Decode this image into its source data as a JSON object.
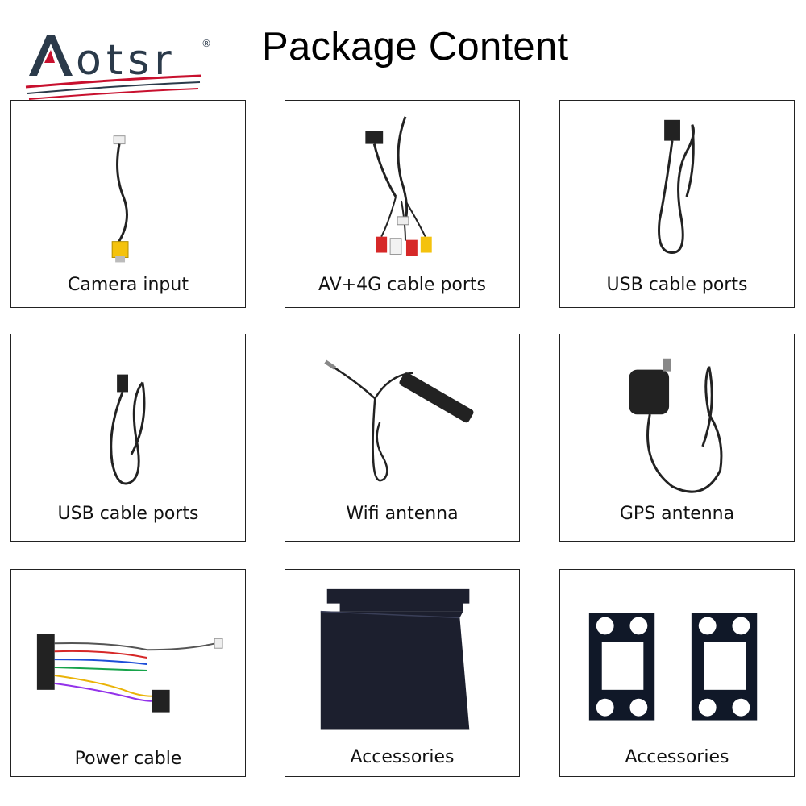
{
  "brand": {
    "logo_text": "Aotsr",
    "registered_mark": "®",
    "accent_color": "#c8102e",
    "text_color": "#2b3a4a"
  },
  "page": {
    "title": "Package Content"
  },
  "items": [
    {
      "label": "Camera input",
      "icon": "camera-input-cable-icon"
    },
    {
      "label": "AV+4G cable ports",
      "icon": "av-4g-cable-icon"
    },
    {
      "label": "USB cable ports",
      "icon": "usb-cable-icon"
    },
    {
      "label": "USB cable ports",
      "icon": "usb-cable-icon"
    },
    {
      "label": "Wifi antenna",
      "icon": "wifi-antenna-icon"
    },
    {
      "label": "GPS antenna",
      "icon": "gps-antenna-icon"
    },
    {
      "label": "Power cable",
      "icon": "power-cable-icon"
    },
    {
      "label": "Accessories",
      "icon": "mounting-bracket-icon"
    },
    {
      "label": "Accessories",
      "icon": "trim-frame-icon"
    }
  ]
}
